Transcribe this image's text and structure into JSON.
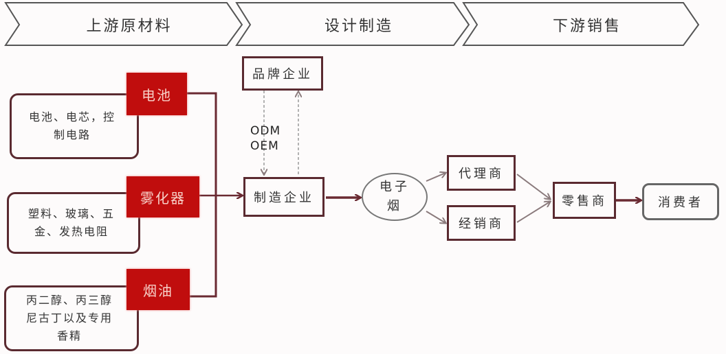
{
  "stages": [
    {
      "id": "upstream",
      "label": "上游原材料"
    },
    {
      "id": "manufacture",
      "label": "设计制造"
    },
    {
      "id": "downstream",
      "label": "下游销售"
    }
  ],
  "materials": [
    {
      "tag": "电池",
      "detail_lines": [
        "电池、电芯，控",
        "制电路"
      ]
    },
    {
      "tag": "雾化器",
      "detail_lines": [
        "塑料、玻璃、五",
        "金、发热电阻"
      ]
    },
    {
      "tag": "烟油",
      "detail_lines": [
        "丙二醇、丙三醇",
        "尼古丁以及专用",
        "香精"
      ]
    }
  ],
  "manufacturing": {
    "brand": "品牌企业",
    "maker": "制造企业",
    "relation_labels": [
      "ODM",
      "OEM"
    ]
  },
  "product": {
    "lines": [
      "电子",
      "烟"
    ]
  },
  "channels": [
    "代理商",
    "经销商"
  ],
  "retailer": "零售商",
  "consumer": "消费者",
  "colors": {
    "accent_red": "#c00d0d",
    "border_dark": "#5a2a30",
    "connector": "#6a2a32"
  }
}
